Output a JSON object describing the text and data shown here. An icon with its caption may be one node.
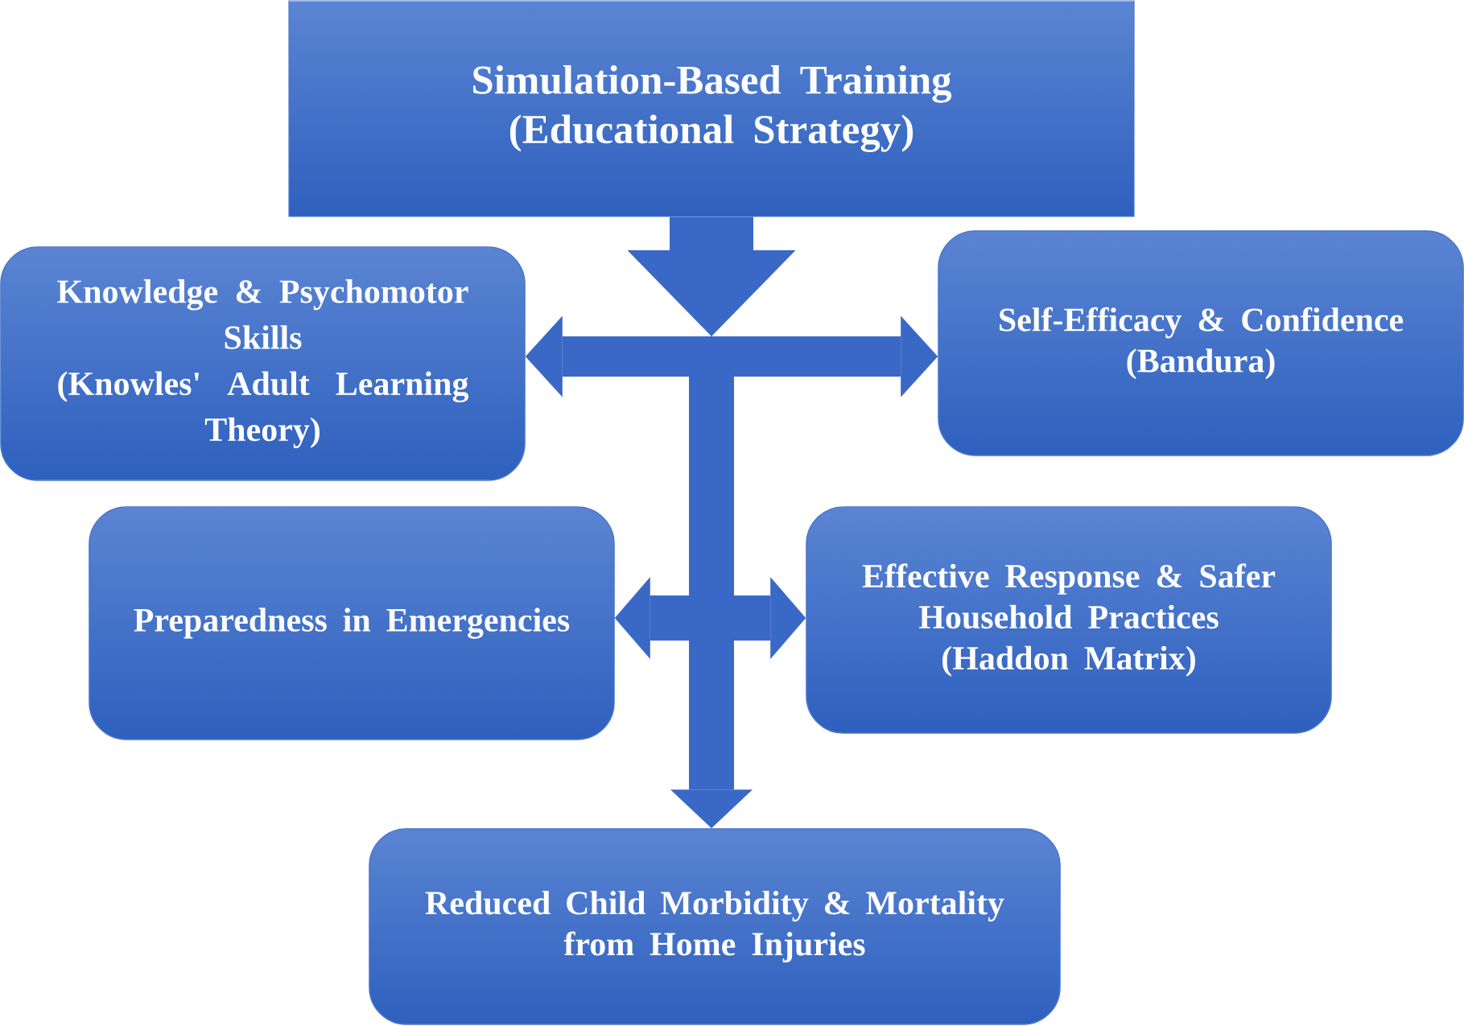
{
  "diagram": {
    "nodes": [
      {
        "text": [
          "Simulation-Based Training",
          "(Educational Strategy)"
        ]
      },
      {
        "text": [
          "Knowledge & Psychomotor Skills",
          "(Knowles' Adult Learning Theory)"
        ]
      },
      {
        "text": [
          "Self-Efficacy & Confidence",
          "(Bandura)"
        ]
      },
      {
        "text": [
          "Preparedness in Emergencies"
        ]
      },
      {
        "text": [
          "Effective Response & Safer Household Practices",
          "(Haddon Matrix)"
        ]
      },
      {
        "text": [
          "Reduced Child Morbidity & Mortality from Home Injuries"
        ]
      }
    ],
    "edges": [
      {
        "from": 0,
        "to": 1,
        "arrow": "to"
      },
      {
        "from": 0,
        "to": 2,
        "arrow": "to"
      },
      {
        "from": 0,
        "to": 3,
        "arrow": "to"
      },
      {
        "from": 0,
        "to": 4,
        "arrow": "to"
      },
      {
        "from": 0,
        "to": 5,
        "arrow": "to"
      }
    ]
  }
}
